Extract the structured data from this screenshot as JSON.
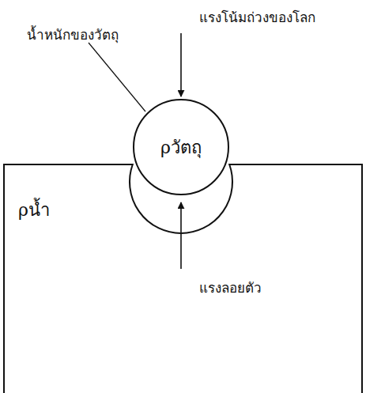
{
  "diagram": {
    "nodes": [
      {
        "text": [
          "ρน้ำ"
        ]
      },
      {
        "text": [
          "ρวัตถุ"
        ]
      }
    ],
    "labels": [
      "แรงโน้มถ่วงของโลก",
      "น้ำหนักของวัตถุ",
      "แรงลอยตัว"
    ]
  }
}
